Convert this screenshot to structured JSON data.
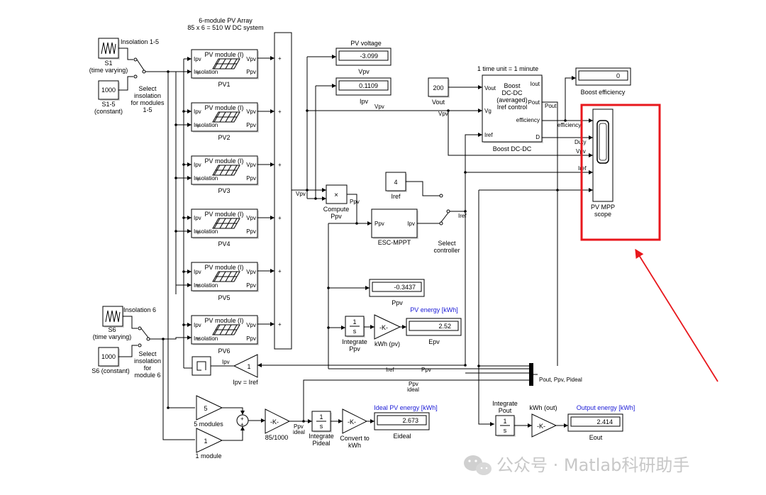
{
  "array": {
    "title": "6-module PV Array",
    "subtitle": "85 x 6 = 510 W DC system"
  },
  "sources": {
    "s1": {
      "label": "S1",
      "sub": "(time varying)",
      "tag": "Insolation 1-5"
    },
    "s1_5": {
      "value": "1000",
      "label": "S1-5",
      "sub": "(constant)"
    },
    "sel1": [
      "Select",
      "insolation",
      "for modules",
      "1-5"
    ],
    "s6": {
      "label": "S6",
      "sub": "(time varying)",
      "tag": "Insolation 6"
    },
    "s6c": {
      "value": "1000",
      "label": "S6 (constant)"
    },
    "sel6": [
      "Select",
      "insolation",
      "for",
      "module 6"
    ]
  },
  "modules": [
    {
      "title": "PV module (I)",
      "name": "PV1"
    },
    {
      "title": "PV module (I)",
      "name": "PV2"
    },
    {
      "title": "PV module (I)",
      "name": "PV3"
    },
    {
      "title": "PV module (I)",
      "name": "PV4"
    },
    {
      "title": "PV module (I)",
      "name": "PV5"
    },
    {
      "title": "PV module (I)",
      "name": "PV6"
    }
  ],
  "module_ports": {
    "ipv": "Ipv",
    "insol": "Insolation",
    "vpv": "Vpv",
    "ppv": "Ppv"
  },
  "sum_plus": "+",
  "displays": {
    "pv_voltage": {
      "title": "PV voltage",
      "value": "-3.099",
      "label": "Vpv"
    },
    "ipv": {
      "value": "0.1109",
      "label": "Ipv"
    },
    "boost_eff": {
      "value": "0",
      "label": "Boost efficiency"
    },
    "ppv": {
      "value": "-0.3437",
      "label": "Ppv"
    },
    "epv": {
      "title": "PV energy [kWh]",
      "value": "2.52",
      "label": "Epv"
    },
    "eideal": {
      "title": "Ideal PV energy [kWh]",
      "value": "2.673",
      "label": "Eideal"
    },
    "eout": {
      "title": "Output energy [kWh]",
      "value": "2.414",
      "label": "Eout"
    }
  },
  "boost": {
    "note": "1 time unit = 1 minute",
    "lines": [
      "Boost",
      "DC-DC",
      "(averaged)",
      "Iref control"
    ],
    "label": "Boost DC-DC",
    "in_vout": "Vout",
    "in_vg": "Vg",
    "in_iref": "Iref",
    "out_iout": "Iout",
    "out_pout": "Pout",
    "out_eff": "efficiency",
    "out_d": "D"
  },
  "vout_const": {
    "value": "200",
    "label": "Vout"
  },
  "iref_const": {
    "value": "4",
    "label": "Iref"
  },
  "compute_ppv": {
    "symbol": "×",
    "label1": "Compute",
    "label2": "Ppv"
  },
  "mppt": {
    "label": "ESC-MPPT",
    "in": "Ppv",
    "out": "Ipv"
  },
  "select_ctrl": [
    "Select",
    "controller"
  ],
  "gain_iref": {
    "value": "1",
    "label": "Ipv = Iref"
  },
  "integrate_ppv": {
    "symbol": "1",
    "den": "s",
    "label1": "Integrate",
    "label2": "Ppv"
  },
  "kwh_pv": {
    "value": "-K-",
    "label": "kWh (pv)"
  },
  "gain5": {
    "value": "5",
    "label": "5 modules"
  },
  "gain1": {
    "value": "1",
    "label": "1 module"
  },
  "gain85": {
    "value": "-K-",
    "label": "85/1000"
  },
  "int_pideal": {
    "symbol": "1",
    "den": "s",
    "label1": "Integrate",
    "label2": "Pideal"
  },
  "conv_kwh": {
    "value": "-K-",
    "label1": "Convert to",
    "label2": "kWh"
  },
  "int_pout": {
    "title1": "Integrate",
    "title2": "Pout",
    "symbol": "1",
    "den": "s"
  },
  "kwh_out": {
    "title": "kWh (out)",
    "value": "-K-"
  },
  "mux_label": "Pout, Ppv, Pideal",
  "scope": {
    "label1": "PV MPP",
    "label2": "scope"
  },
  "signals": {
    "vpv": "Vpv",
    "ppv": "Ppv",
    "ipv": "Ipv",
    "iref": "Iref",
    "pout": "Pout",
    "efficiency": "efficiency",
    "duty": "Duty",
    "ppv_ideal1": "Ppv",
    "ppv_ideal2": "ideal",
    "sum_plus": "+"
  },
  "watermark": "公众号 · Matlab科研助手",
  "colors": {
    "highlight": "#e8171c",
    "blue_text": "#1a1ad6"
  }
}
